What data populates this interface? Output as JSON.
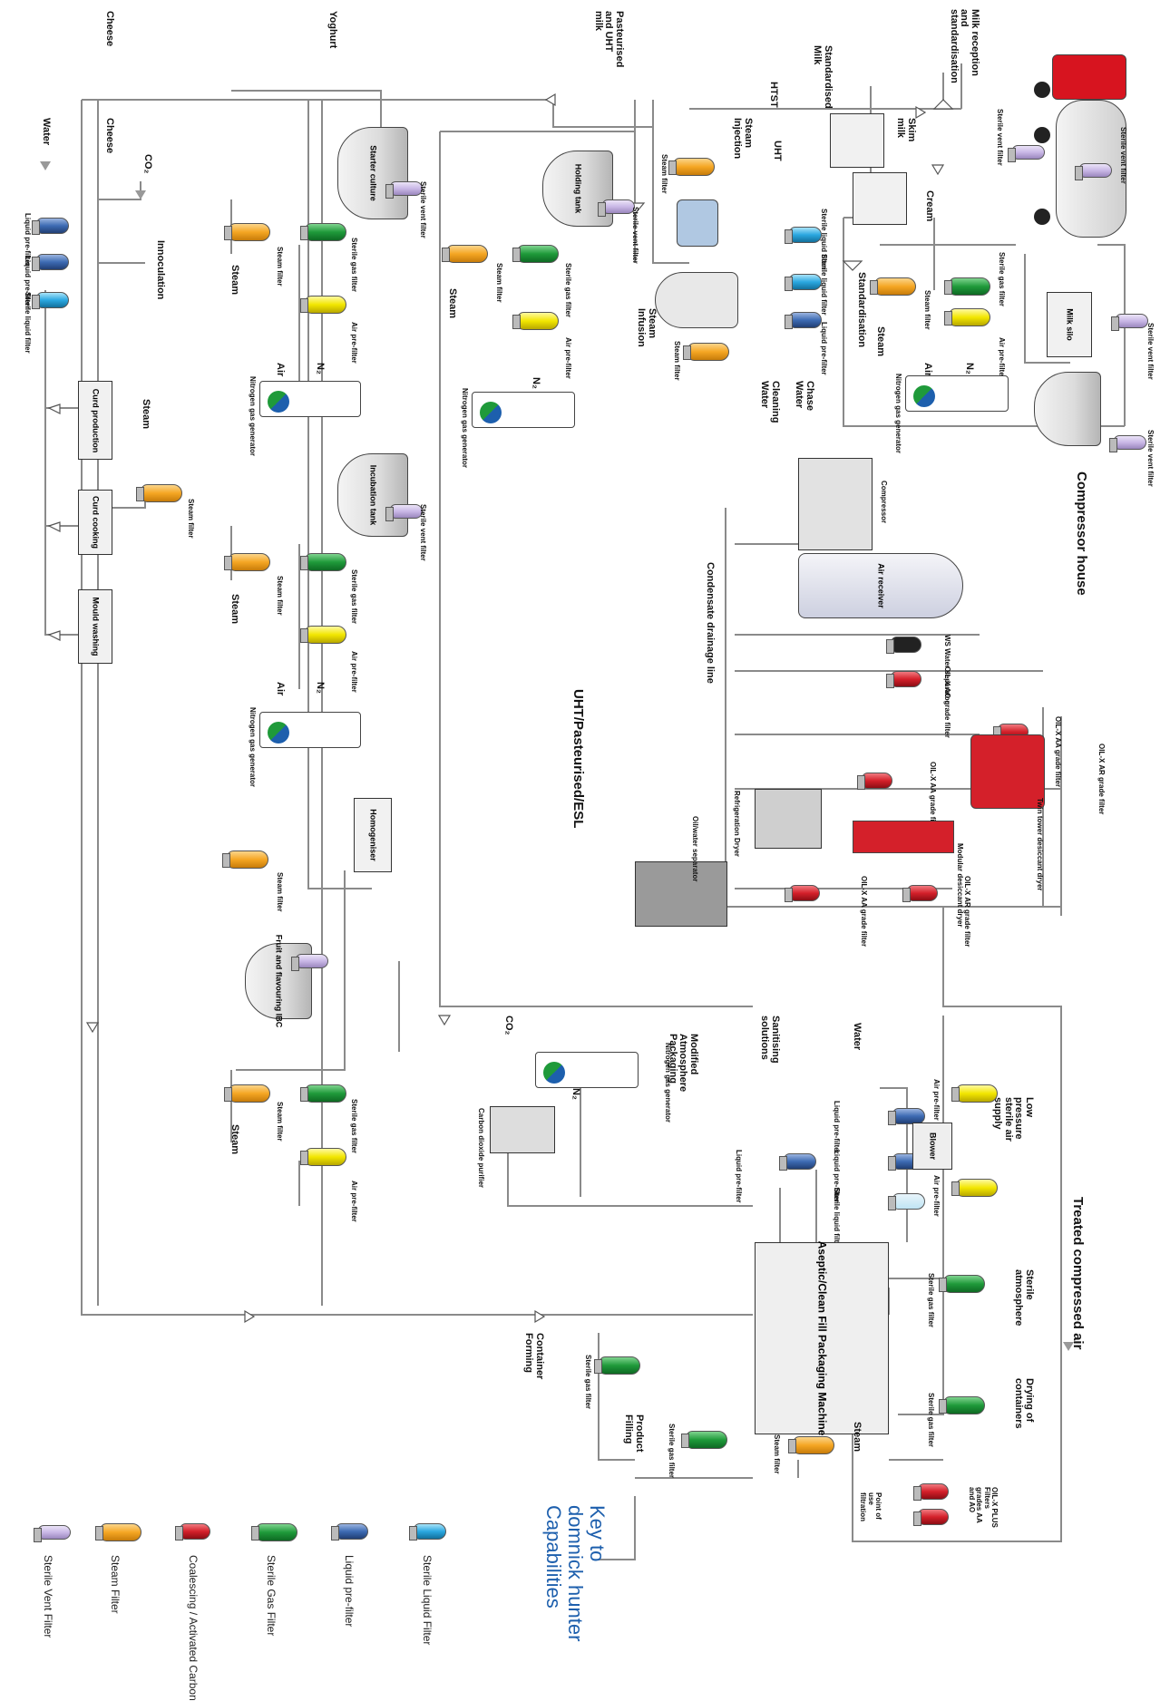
{
  "colors": {
    "pipe": "#8a8a8a",
    "steam": "#f5a623",
    "sterile_gas": "#1f9a3a",
    "air_prefilter": "#f2e600",
    "sterile_vent": "#c9b7e6",
    "liquid_prefilter": "#3d6bb3",
    "sterile_liquid": "#2aa7e0",
    "coalescing": "#d4202a",
    "key_title": "#1d5fad"
  },
  "key": {
    "title_1": "Key to",
    "title_2": "domnick hunter",
    "title_3": "Capabilities",
    "items": [
      {
        "label": "Sterile Liquid Filter",
        "icon": "sterile-liquid-filter-icon"
      },
      {
        "label": "Liquid pre-filter",
        "icon": "liquid-prefilter-icon"
      },
      {
        "label": "Sterile Gas Filter",
        "icon": "sterile-gas-filter-icon"
      },
      {
        "label": "Coalescing / Activated Carbon",
        "icon": "coalescing-filter-icon"
      },
      {
        "label": "Steam Filter",
        "icon": "steam-filter-icon"
      },
      {
        "label": "Sterile Vent Filter",
        "icon": "sterile-vent-filter-icon"
      }
    ]
  },
  "sections": {
    "cheese": "Cheese",
    "yoghurt": "Yoghurt",
    "pasteurised": "Pasteurised and UHT milk",
    "standardised": "Standardised Milk",
    "milk_reception": "Milk reception and standardisation",
    "compressor_house": "Compressor house",
    "treated_air": "Treated compressed air",
    "uht_esl": "UHT/Pasteurised/ESL"
  },
  "labels": {
    "water": "Water",
    "co2": "CO₂",
    "innoculation": "Innoculation",
    "steam": "Steam",
    "air": "Air",
    "n2": "N₂",
    "htst": "HTST",
    "uht": "UHT",
    "steam_injection": "Steam Injection",
    "steam_infusion": "Steam Infusion",
    "chase_water": "Chase Water",
    "cleaning_water": "Cleaning Water",
    "skim_milk": "Skim milk",
    "cream": "Cream",
    "standardisation": "Standardisation",
    "sanitising": "Sanitising solutions",
    "condensate": "Condensate drainage line",
    "map": "Modified Atmosphere Packaging",
    "low_pressure": "Low pressure sterile air supply",
    "sterile_atmosphere": "Sterile atmosphere",
    "drying": "Drying of containers",
    "container_forming": "Container Forming",
    "product_filling": "Product Filling",
    "point_of_use": "Point of use filtration",
    "oil_x_aa_ao": "OIL-X PLUS Filters grades AA and AO"
  },
  "boxes": {
    "curd_production": "Curd production",
    "curd_cooking": "Curd cooking",
    "mould_washing": "Mould washing",
    "starter_culture": "Starter culture",
    "incubation_tank": "Incubation tank",
    "holding_tank": "Holding tank",
    "homogeniser": "Homogeniser",
    "fruit_ibc": "Fruit and flavouring IBC",
    "milk_silo": "Milk silo",
    "compressor": "Compressor",
    "air_receiver": "Air receiver",
    "refrigeration_dryer": "Refrigeration Dryer",
    "oil_water_separator": "Oil/water separator",
    "twin_tower": "Twin tower desiccant dryer",
    "modular_dryer": "Modular desiccant dryer",
    "blower": "Blower",
    "aseptic": "Aseptic/Clean Fill Packaging Machine",
    "nitrogen_gen": "Nitrogen gas generator",
    "co2_purifier": "Carbon dioxide purifier"
  },
  "filter_labels": {
    "liquid_prefilter": "Liquid pre-filter",
    "sterile_liquid": "Sterile liquid filter",
    "steam": "Steam filter",
    "sterile_gas": "Sterile gas filter",
    "air_prefilter": "Air pre-filter",
    "sterile_vent": "Sterile vent filter",
    "ws": "WS Water separator",
    "ao": "OIL-X AO grade filter",
    "aa": "OIL-X AA grade filter",
    "ar": "OIL-X AR grade filter"
  }
}
